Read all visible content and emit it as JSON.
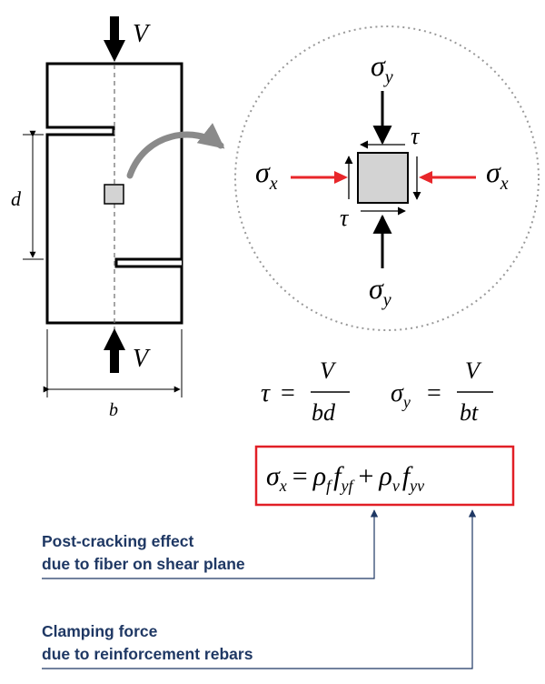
{
  "specimen": {
    "load_top_label": "V",
    "load_bottom_label": "V",
    "depth_label": "d",
    "width_label": "b"
  },
  "element": {
    "sigma_y_top": {
      "base": "σ",
      "sub": "y"
    },
    "sigma_y_bottom": {
      "base": "σ",
      "sub": "y"
    },
    "sigma_x_left": {
      "base": "σ",
      "sub": "x"
    },
    "sigma_x_right": {
      "base": "σ",
      "sub": "x"
    },
    "tau_top": "τ",
    "tau_bottom": "τ"
  },
  "formulas": {
    "tau": {
      "lhs": "τ",
      "equals": "=",
      "num": "V",
      "den": "bd"
    },
    "sigma_y": {
      "lhs_base": "σ",
      "lhs_sub": "y",
      "equals": "=",
      "num": "V",
      "den": "bt"
    },
    "sigma_x": {
      "lhs_base": "σ",
      "lhs_sub": "x",
      "equals": "=",
      "term1_coef": "ρ",
      "term1_coef_sub": "f",
      "term1_var": "f",
      "term1_var_sub": "yf",
      "plus": "+",
      "term2_coef": "ρ",
      "term2_coef_sub": "v",
      "term2_var": "f",
      "term2_var_sub": "yv"
    }
  },
  "annotations": {
    "post_cracking_line1": "Post-cracking effect",
    "post_cracking_line2": "due to fiber on shear plane",
    "clamping_line1": "Clamping force",
    "clamping_line2": "due to reinforcement rebars"
  },
  "colors": {
    "arrow_red": "#e8262a",
    "box_red": "#e11f26",
    "annotation_navy": "#1f3864",
    "element_fill": "#d3d3d3",
    "curve_gray": "#8a8a8a"
  }
}
